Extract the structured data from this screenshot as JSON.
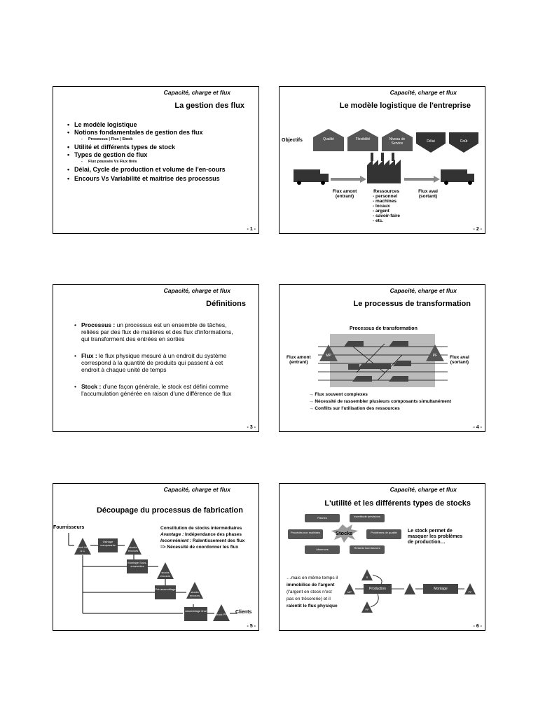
{
  "header": "Capacité, charge et flux",
  "slides": {
    "s1": {
      "title": "La gestion des flux",
      "page": "- 1 -",
      "bullets": [
        "Le modèle logistique",
        "Notions fondamentales de gestion des flux",
        "Processus | Flux | Stock",
        "Utilité et différents types de stock",
        "Types de gestion de flux",
        "Flux poussés Vs Flux tirés",
        "Délai, Cycle de production et volume de l'en-cours",
        "Encours Vs Variabilité et maitrise des processus"
      ]
    },
    "s2": {
      "title": "Le modèle logistique de l'entreprise",
      "page": "- 2 -",
      "objectifs": "Objectifs",
      "up": [
        "Qualité",
        "Flexibilité",
        "Niveau de Service"
      ],
      "down": [
        "Délai",
        "Coût"
      ],
      "flux_amont": [
        "Flux amont",
        "(entrant)"
      ],
      "flux_aval": [
        "Flux aval",
        "(sortant)"
      ],
      "ressources": [
        "Ressources",
        "- personnel",
        "- machines",
        "- locaux",
        "- argent",
        "- savoir-faire",
        "- etc."
      ]
    },
    "s3": {
      "title": "Définitions",
      "page": "- 3 -",
      "defs": [
        {
          "term": "Processus :",
          "text": " un processus est un ensemble de tâches, reliées par des flux de matières et des flux d'informations, qui transforment des entrées en sorties"
        },
        {
          "term": "Flux :",
          "text": " le flux physique mesuré à un endroit du système correspond à la quantité de produits qui passent à cet endroit à chaque unité de temps"
        },
        {
          "term": "Stock :",
          "text": " d'une façon générale, le stock est défini comme l'accumulation générée en raison d'une différence de flux"
        }
      ]
    },
    "s4": {
      "title": "Le processus de transformation",
      "page": "- 4 -",
      "box_title": "Processus de transformation",
      "mp": "MP",
      "pf": "PF",
      "amont": [
        "Flux amont",
        "(entrant)"
      ],
      "aval": [
        "Flux aval",
        "(sortant)"
      ],
      "points": [
        "Flux souvent complexes",
        "Nécessité de rassembler plusieurs composants simultanément",
        "Conflits sur l'utilisation des ressources"
      ]
    },
    "s5": {
      "title": "Découpage du processus de fabrication",
      "page": "- 5 -",
      "fournisseurs": "Fournisseurs",
      "clients": "Clients",
      "c1": "Constitution de stocks intermédiaires",
      "c2a": "Avantage :",
      "c2b": " Indépendance des phases",
      "c3a": "Inconvénient :",
      "c3b": " Ralentissement des flux",
      "c4": "=> Nécessité de coordonner les flux",
      "nodes": [
        "stock MP & C",
        "Usinage composants",
        "stocks encours",
        "Montage Sous-ensembles",
        "stocks encours",
        "Pré-assemblage",
        "stocks encours",
        "Assemblage final",
        "stock PF"
      ]
    },
    "s6": {
      "title": "L'utilité et les différents types de stocks",
      "page": "- 6 -",
      "stocks": "Stocks",
      "boxes": [
        "Pannes",
        "Incertitude prévisions",
        "Procédés non maîtrisés",
        "Problèmes de qualité",
        "Absences",
        "Retards fournisseurs"
      ],
      "side": [
        "Le stock permet de",
        "masquer les problèmes",
        "de production…"
      ],
      "text": [
        "…mais en même temps il",
        "immobilise de l'argent",
        "(l'argent en stock n'est",
        "pas en trésorerie) et il",
        "ralentit le flux physique"
      ],
      "flow": [
        "MP",
        "Production",
        "Montage",
        "PF",
        "S",
        "PF"
      ]
    }
  }
}
